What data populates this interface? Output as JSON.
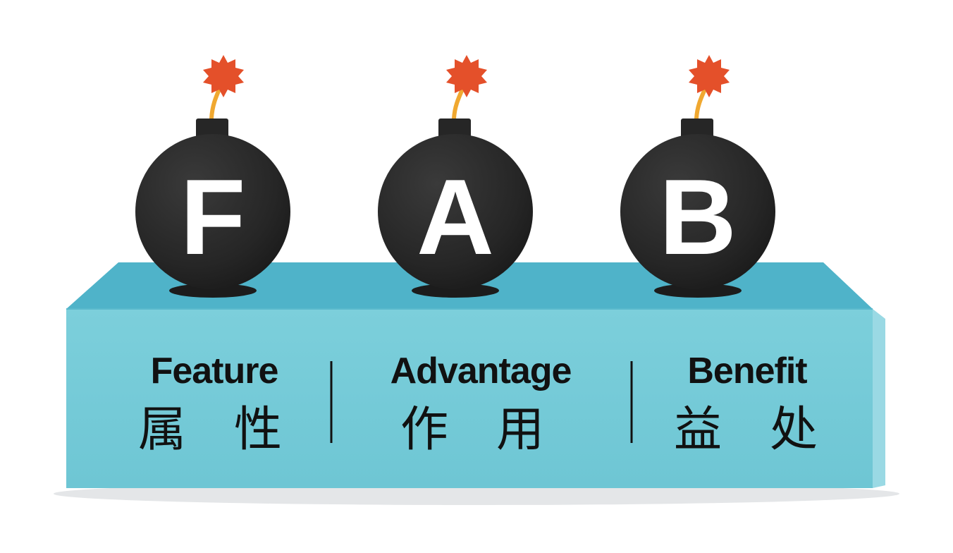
{
  "bombs": [
    {
      "letter": "F"
    },
    {
      "letter": "A"
    },
    {
      "letter": "B"
    }
  ],
  "terms": [
    {
      "english": "Feature",
      "chinese": "属　性"
    },
    {
      "english": "Advantage",
      "chinese": "作　用"
    },
    {
      "english": "Benefit",
      "chinese": "益　处"
    }
  ],
  "colors": {
    "platform_top": "#4fb3c9",
    "platform_front": "#74cbd8",
    "platform_side": "#9ad9e4",
    "bomb_body": "#2b2b2b",
    "spark": "#e4502a",
    "fuse": "#f0a830",
    "text": "#111111"
  }
}
